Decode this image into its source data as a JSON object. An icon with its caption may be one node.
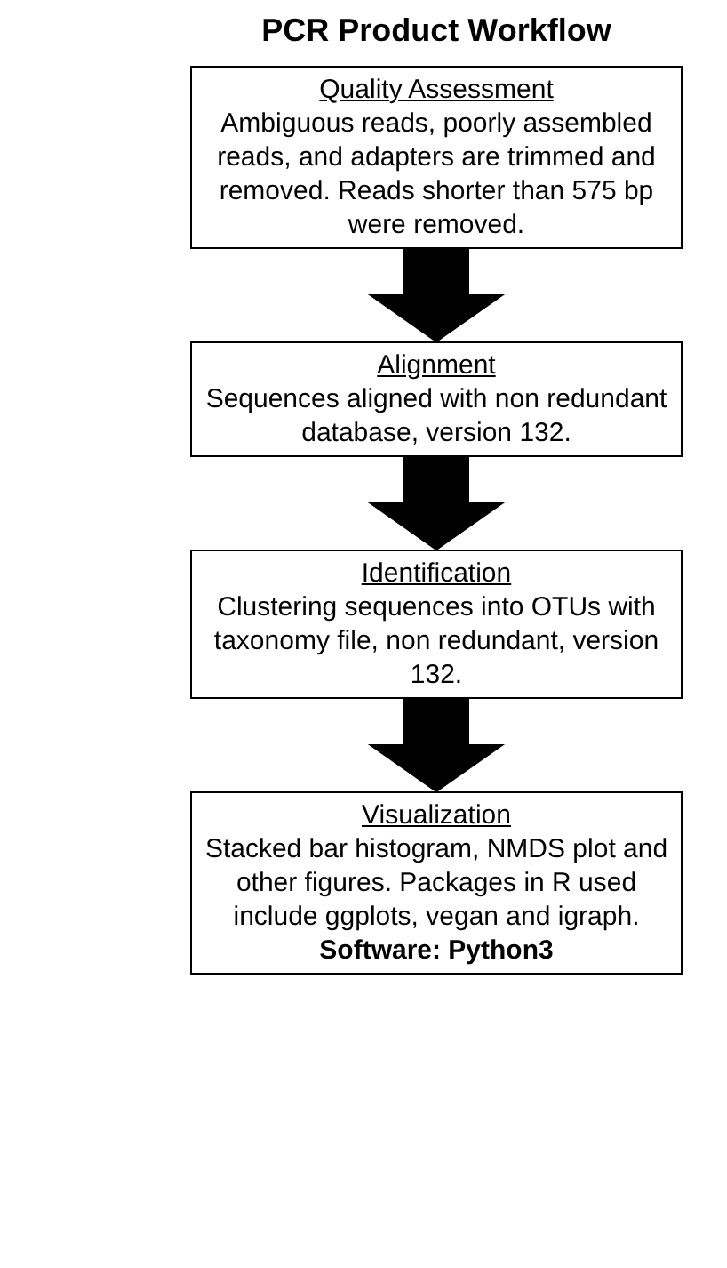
{
  "diagram": {
    "title": "PCR Product Workflow",
    "nodes": [
      {
        "text": [
          "Quality Assessment",
          "Ambiguous reads, poorly assembled reads, and adapters are trimmed and removed. Reads shorter than 575 bp were removed."
        ]
      },
      {
        "text": [
          "Alignment",
          "Sequences aligned with non redundant database, version 132."
        ]
      },
      {
        "text": [
          "Identification",
          "Clustering sequences into OTUs with taxonomy file, non redundant, version 132."
        ]
      },
      {
        "text": [
          "Visualization",
          "Stacked bar histogram, NMDS plot and other figures. Packages in R used include ggplots, vegan and igraph.",
          "Software: Python3"
        ]
      }
    ],
    "edges": [
      {
        "from": 0,
        "to": 1,
        "arrow": "to",
        "style": "thick"
      },
      {
        "from": 1,
        "to": 2,
        "arrow": "to",
        "style": "thick"
      },
      {
        "from": 2,
        "to": 3,
        "arrow": "to",
        "style": "thick"
      }
    ]
  }
}
